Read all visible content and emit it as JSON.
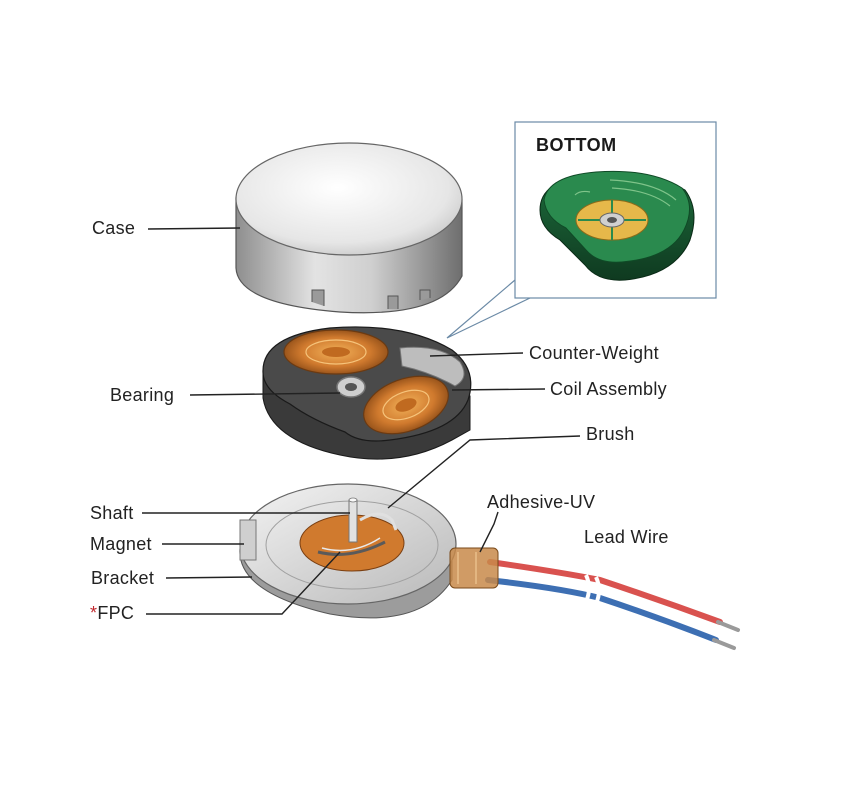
{
  "inset": {
    "title": "BOTTOM"
  },
  "labels": {
    "case": "Case",
    "counter_weight": "Counter-Weight",
    "bearing": "Bearing",
    "coil_assembly": "Coil Assembly",
    "brush": "Brush",
    "shaft": "Shaft",
    "adhesive_uv": "Adhesive-UV",
    "magnet": "Magnet",
    "lead_wire": "Lead Wire",
    "bracket": "Bracket",
    "fpc_mark": "*",
    "fpc": "FPC"
  },
  "colors": {
    "copper": "#d07a2e",
    "pcb_green": "#1f7a45",
    "wire_red": "#d9524f",
    "wire_blue": "#3d6fb3",
    "fpc_asterisk": "#c0282d"
  }
}
